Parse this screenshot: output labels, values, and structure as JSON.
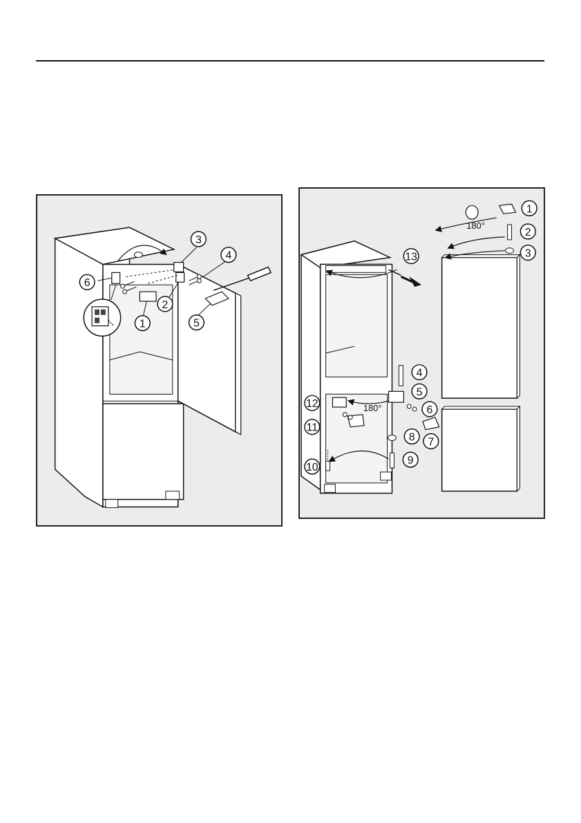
{
  "figure_left": {
    "callouts": [
      "1",
      "2",
      "3",
      "4",
      "5",
      "6"
    ]
  },
  "figure_right": {
    "callouts": [
      "1",
      "2",
      "3",
      "4",
      "5",
      "6",
      "7",
      "8",
      "9",
      "10",
      "11",
      "12",
      "13"
    ],
    "rotation_top": "180°",
    "rotation_bottom": "180°"
  }
}
